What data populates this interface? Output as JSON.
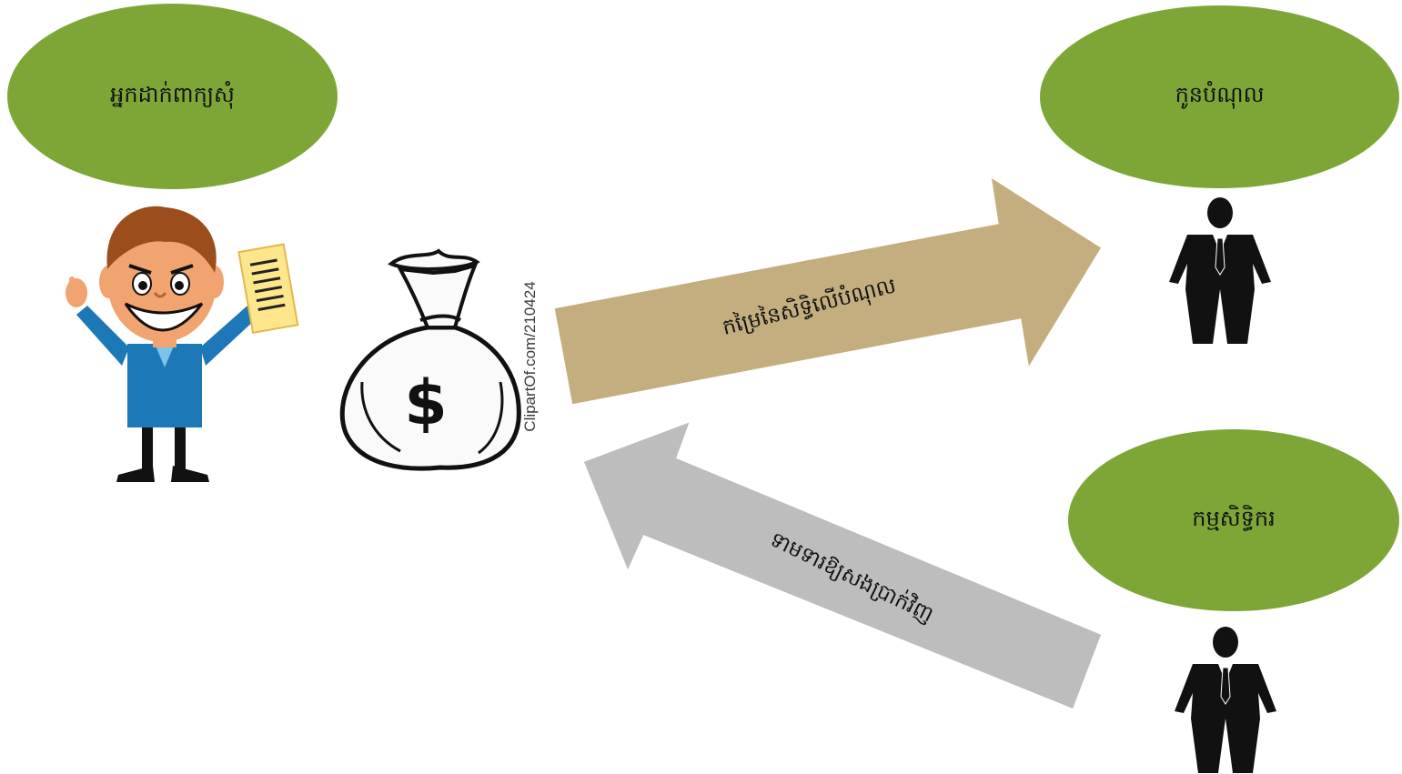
{
  "nodes": {
    "applicant": {
      "label": "អ្នកដាក់ពាក្យសុំ"
    },
    "creditor": {
      "label": "កូនបំណុល"
    },
    "obligor": {
      "label": "កម្មសិទ្ធិករ"
    }
  },
  "arrows": {
    "to_creditor": {
      "label": "កម្រៃនៃសិទ្ធិលើបំណុល"
    },
    "to_bag": {
      "label": "ទាមទារឱ្យសងប្រាក់វិញ"
    }
  },
  "money_bag": {
    "watermark": "ClipartOf.com/210424"
  },
  "colors": {
    "ellipse_fill": "#7ea636",
    "arrow_top_fill": "#c4ae7f",
    "arrow_bottom_fill": "#bdbdbd",
    "shirt_blue": "#1d78b8",
    "paper_yellow": "#fde68b"
  },
  "icons": [
    "happy-man-icon",
    "money-bag-icon",
    "businessman-silhouette-icon",
    "businessman-silhouette-icon"
  ]
}
